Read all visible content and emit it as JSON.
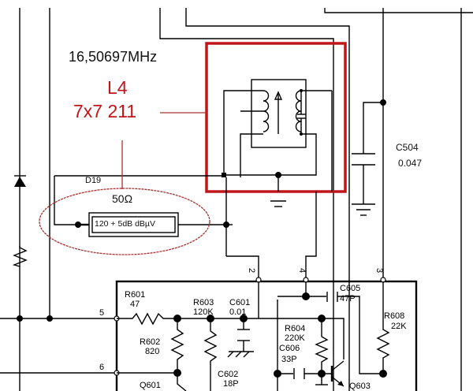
{
  "diagram": {
    "type": "electronic-schematic",
    "annotations": {
      "frequency": "16,50697MHz",
      "coil_name": "L4",
      "coil_type": "7x7 211",
      "impedance": "50Ω",
      "signal_box": "120 + 5dB dBµV",
      "diode_label": "D19"
    },
    "components": {
      "c504_name": "C504",
      "c504_value": "0.047",
      "r601_name": "R601",
      "r601_value": "47",
      "r602_name": "R602",
      "r602_value": "820",
      "r603_name": "R603",
      "r603_value": "120K",
      "c601_name": "C601",
      "c601_value": "0.01",
      "c602_name": "C602",
      "c602_value": "18P",
      "c605_name": "C605",
      "c605_value": "47P",
      "r604_name": "R604",
      "r604_value": "220K",
      "c606_name": "C606",
      "c606_value": "33P",
      "r608_name": "R608",
      "r608_value": "22K",
      "q601_name": "Q601",
      "q603_name": "Q603"
    },
    "pins": {
      "p2": "2",
      "p3": "3",
      "p4": "4",
      "p5": "5",
      "p6": "6"
    },
    "colors": {
      "wire": "#000000",
      "highlight": "#c0161b",
      "ellipse": "#a83232"
    }
  }
}
